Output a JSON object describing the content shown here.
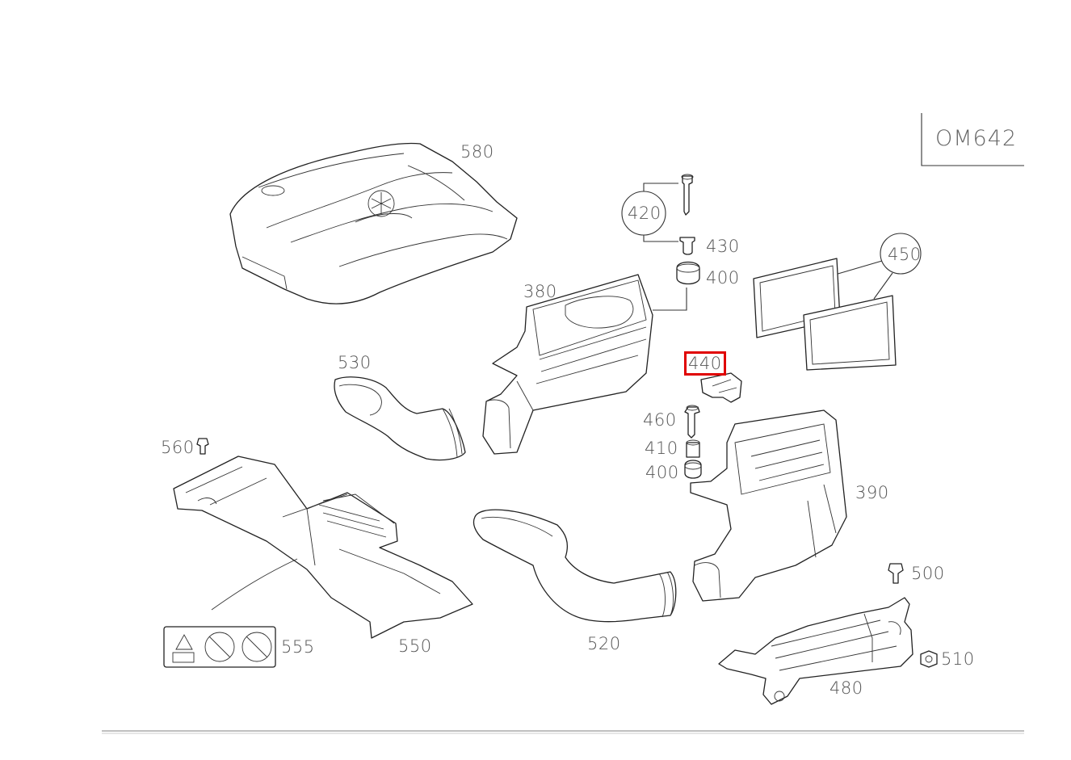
{
  "engine_code": "OM642",
  "highlight_color": "#e00000",
  "callouts": [
    {
      "id": "580",
      "text": "580",
      "selected": false
    },
    {
      "id": "420",
      "text": "420",
      "selected": false
    },
    {
      "id": "430",
      "text": "430",
      "selected": false
    },
    {
      "id": "400a",
      "text": "400",
      "selected": false
    },
    {
      "id": "450",
      "text": "450",
      "selected": false
    },
    {
      "id": "380",
      "text": "380",
      "selected": false
    },
    {
      "id": "440",
      "text": "440",
      "selected": true
    },
    {
      "id": "530",
      "text": "530",
      "selected": false
    },
    {
      "id": "460",
      "text": "460",
      "selected": false
    },
    {
      "id": "410",
      "text": "410",
      "selected": false
    },
    {
      "id": "400b",
      "text": "400",
      "selected": false
    },
    {
      "id": "390",
      "text": "390",
      "selected": false
    },
    {
      "id": "560",
      "text": "560",
      "selected": false
    },
    {
      "id": "500",
      "text": "500",
      "selected": false
    },
    {
      "id": "510",
      "text": "510",
      "selected": false
    },
    {
      "id": "555",
      "text": "555",
      "selected": false
    },
    {
      "id": "550",
      "text": "550",
      "selected": false
    },
    {
      "id": "520",
      "text": "520",
      "selected": false
    },
    {
      "id": "480",
      "text": "480",
      "selected": false
    }
  ]
}
